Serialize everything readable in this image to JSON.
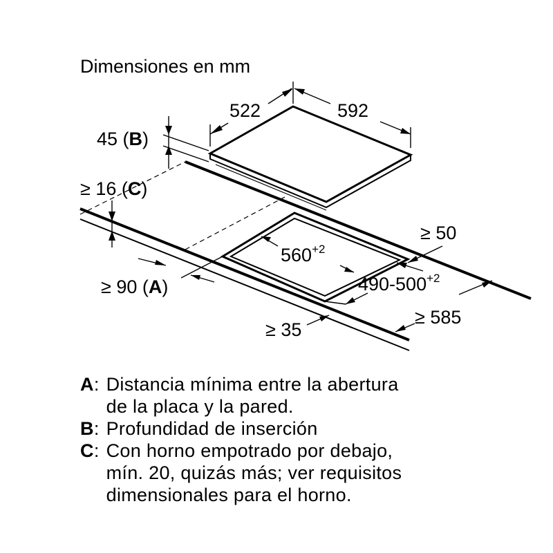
{
  "title": "Dimensiones en mm",
  "dimensions": {
    "hob_width": "522",
    "hob_length": "592",
    "insertion_depth": {
      "value": "45",
      "key": "B"
    },
    "oven_gap": {
      "value": "≥ 16",
      "key": "C"
    },
    "wall_distance_back": "≥ 50",
    "cutout_width": {
      "value": "560",
      "tolerance": "+2"
    },
    "cutout_depth": {
      "value": "490-500",
      "tolerance": "+2"
    },
    "wall_distance_side": {
      "value": "≥ 90",
      "key": "A"
    },
    "worktop_depth": "≥ 585",
    "front_edge": "≥ 35"
  },
  "legend": [
    {
      "key": "A",
      "lines": [
        "Distancia mínima entre la abertura",
        "de la placa y la pared."
      ]
    },
    {
      "key": "B",
      "lines": [
        "Profundidad de inserción"
      ]
    },
    {
      "key": "C",
      "lines": [
        "Con horno empotrado por debajo,",
        "mín. 20, quizás más; ver requisitos",
        "dimensionales para el horno."
      ]
    }
  ],
  "colors": {
    "ink": "#000000",
    "background": "#ffffff"
  }
}
